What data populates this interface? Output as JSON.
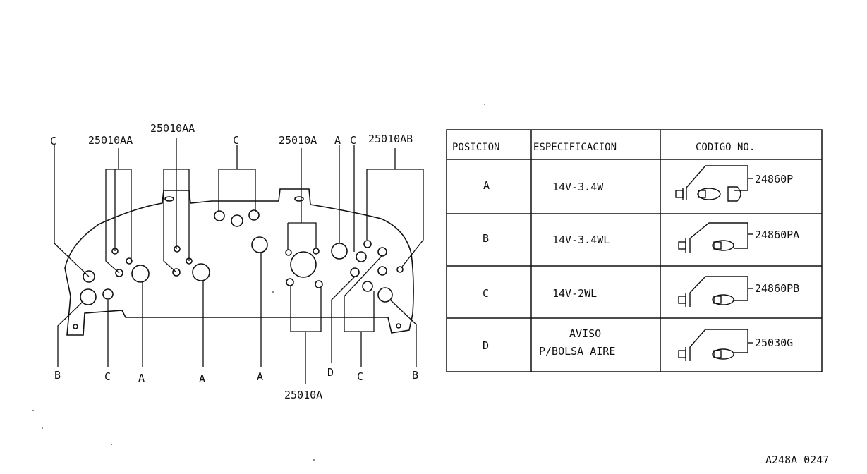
{
  "diagram": {
    "callouts": {
      "top_c_left": "C",
      "top_25010AA_1": "25010AA",
      "top_25010AA_2": "25010AA",
      "top_c_mid": "C",
      "top_25010A": "25010A",
      "top_a": "A",
      "top_c_right": "C",
      "top_25010AB": "25010AB",
      "bot_b_left": "B",
      "bot_c_1": "C",
      "bot_a_1": "A",
      "bot_a_2": "A",
      "bot_a_3": "A",
      "bot_d": "D",
      "bot_c_2": "C",
      "bot_b_right": "B",
      "bot_25010A": "25010A"
    }
  },
  "table": {
    "headers": [
      "POSICION",
      "ESPECIFICACION",
      "CODIGO NO."
    ],
    "rows": [
      {
        "pos": "A",
        "spec": [
          "14V-3.4W"
        ],
        "code": "24860P"
      },
      {
        "pos": "B",
        "spec": [
          "14V-3.4WL"
        ],
        "code": "24860PA"
      },
      {
        "pos": "C",
        "spec": [
          "14V-2WL"
        ],
        "code": "24860PB"
      },
      {
        "pos": "D",
        "spec": [
          "AVISO",
          "P/BOLSA AIRE"
        ],
        "code": "25030G"
      }
    ]
  },
  "footer_code": "A248A 0247",
  "icons": [
    "bulb-socket-icon"
  ]
}
